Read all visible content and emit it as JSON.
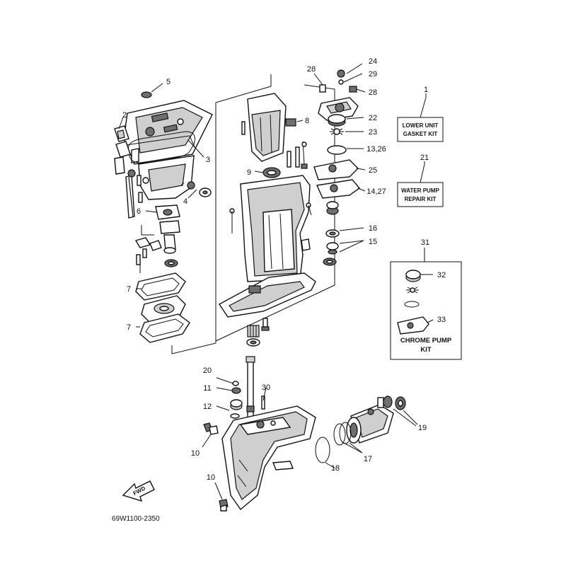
{
  "diagram": {
    "callouts": [
      {
        "id": "1",
        "text": "1"
      },
      {
        "id": "2",
        "text": "2"
      },
      {
        "id": "3",
        "text": "3"
      },
      {
        "id": "4",
        "text": "4"
      },
      {
        "id": "5",
        "text": "5"
      },
      {
        "id": "6",
        "text": "6"
      },
      {
        "id": "7a",
        "text": "7"
      },
      {
        "id": "7b",
        "text": "7"
      },
      {
        "id": "8",
        "text": "8"
      },
      {
        "id": "9",
        "text": "9"
      },
      {
        "id": "10a",
        "text": "10"
      },
      {
        "id": "10b",
        "text": "10"
      },
      {
        "id": "11",
        "text": "11"
      },
      {
        "id": "12",
        "text": "12"
      },
      {
        "id": "13_26",
        "text": "13,26"
      },
      {
        "id": "14_27",
        "text": "14,27"
      },
      {
        "id": "15",
        "text": "15"
      },
      {
        "id": "16",
        "text": "16"
      },
      {
        "id": "17",
        "text": "17"
      },
      {
        "id": "18",
        "text": "18"
      },
      {
        "id": "19",
        "text": "19"
      },
      {
        "id": "20",
        "text": "20"
      },
      {
        "id": "21",
        "text": "21"
      },
      {
        "id": "22",
        "text": "22"
      },
      {
        "id": "23",
        "text": "23"
      },
      {
        "id": "24",
        "text": "24"
      },
      {
        "id": "25",
        "text": "25"
      },
      {
        "id": "28a",
        "text": "28"
      },
      {
        "id": "28b",
        "text": "28"
      },
      {
        "id": "29",
        "text": "29"
      },
      {
        "id": "30",
        "text": "30"
      },
      {
        "id": "31",
        "text": "31"
      },
      {
        "id": "32",
        "text": "32"
      },
      {
        "id": "33",
        "text": "33"
      }
    ],
    "kits": {
      "lower_unit": {
        "line1": "LOWER UNIT",
        "line2": "GASKET KIT"
      },
      "water_pump": {
        "line1": "WATER PUMP",
        "line2": "REPAIR KIT"
      },
      "chrome_pump": {
        "line1": "CHROME PUMP",
        "line2": "KIT"
      }
    },
    "fwd_label": "FWD",
    "diagram_code": "69W1100-2350"
  }
}
